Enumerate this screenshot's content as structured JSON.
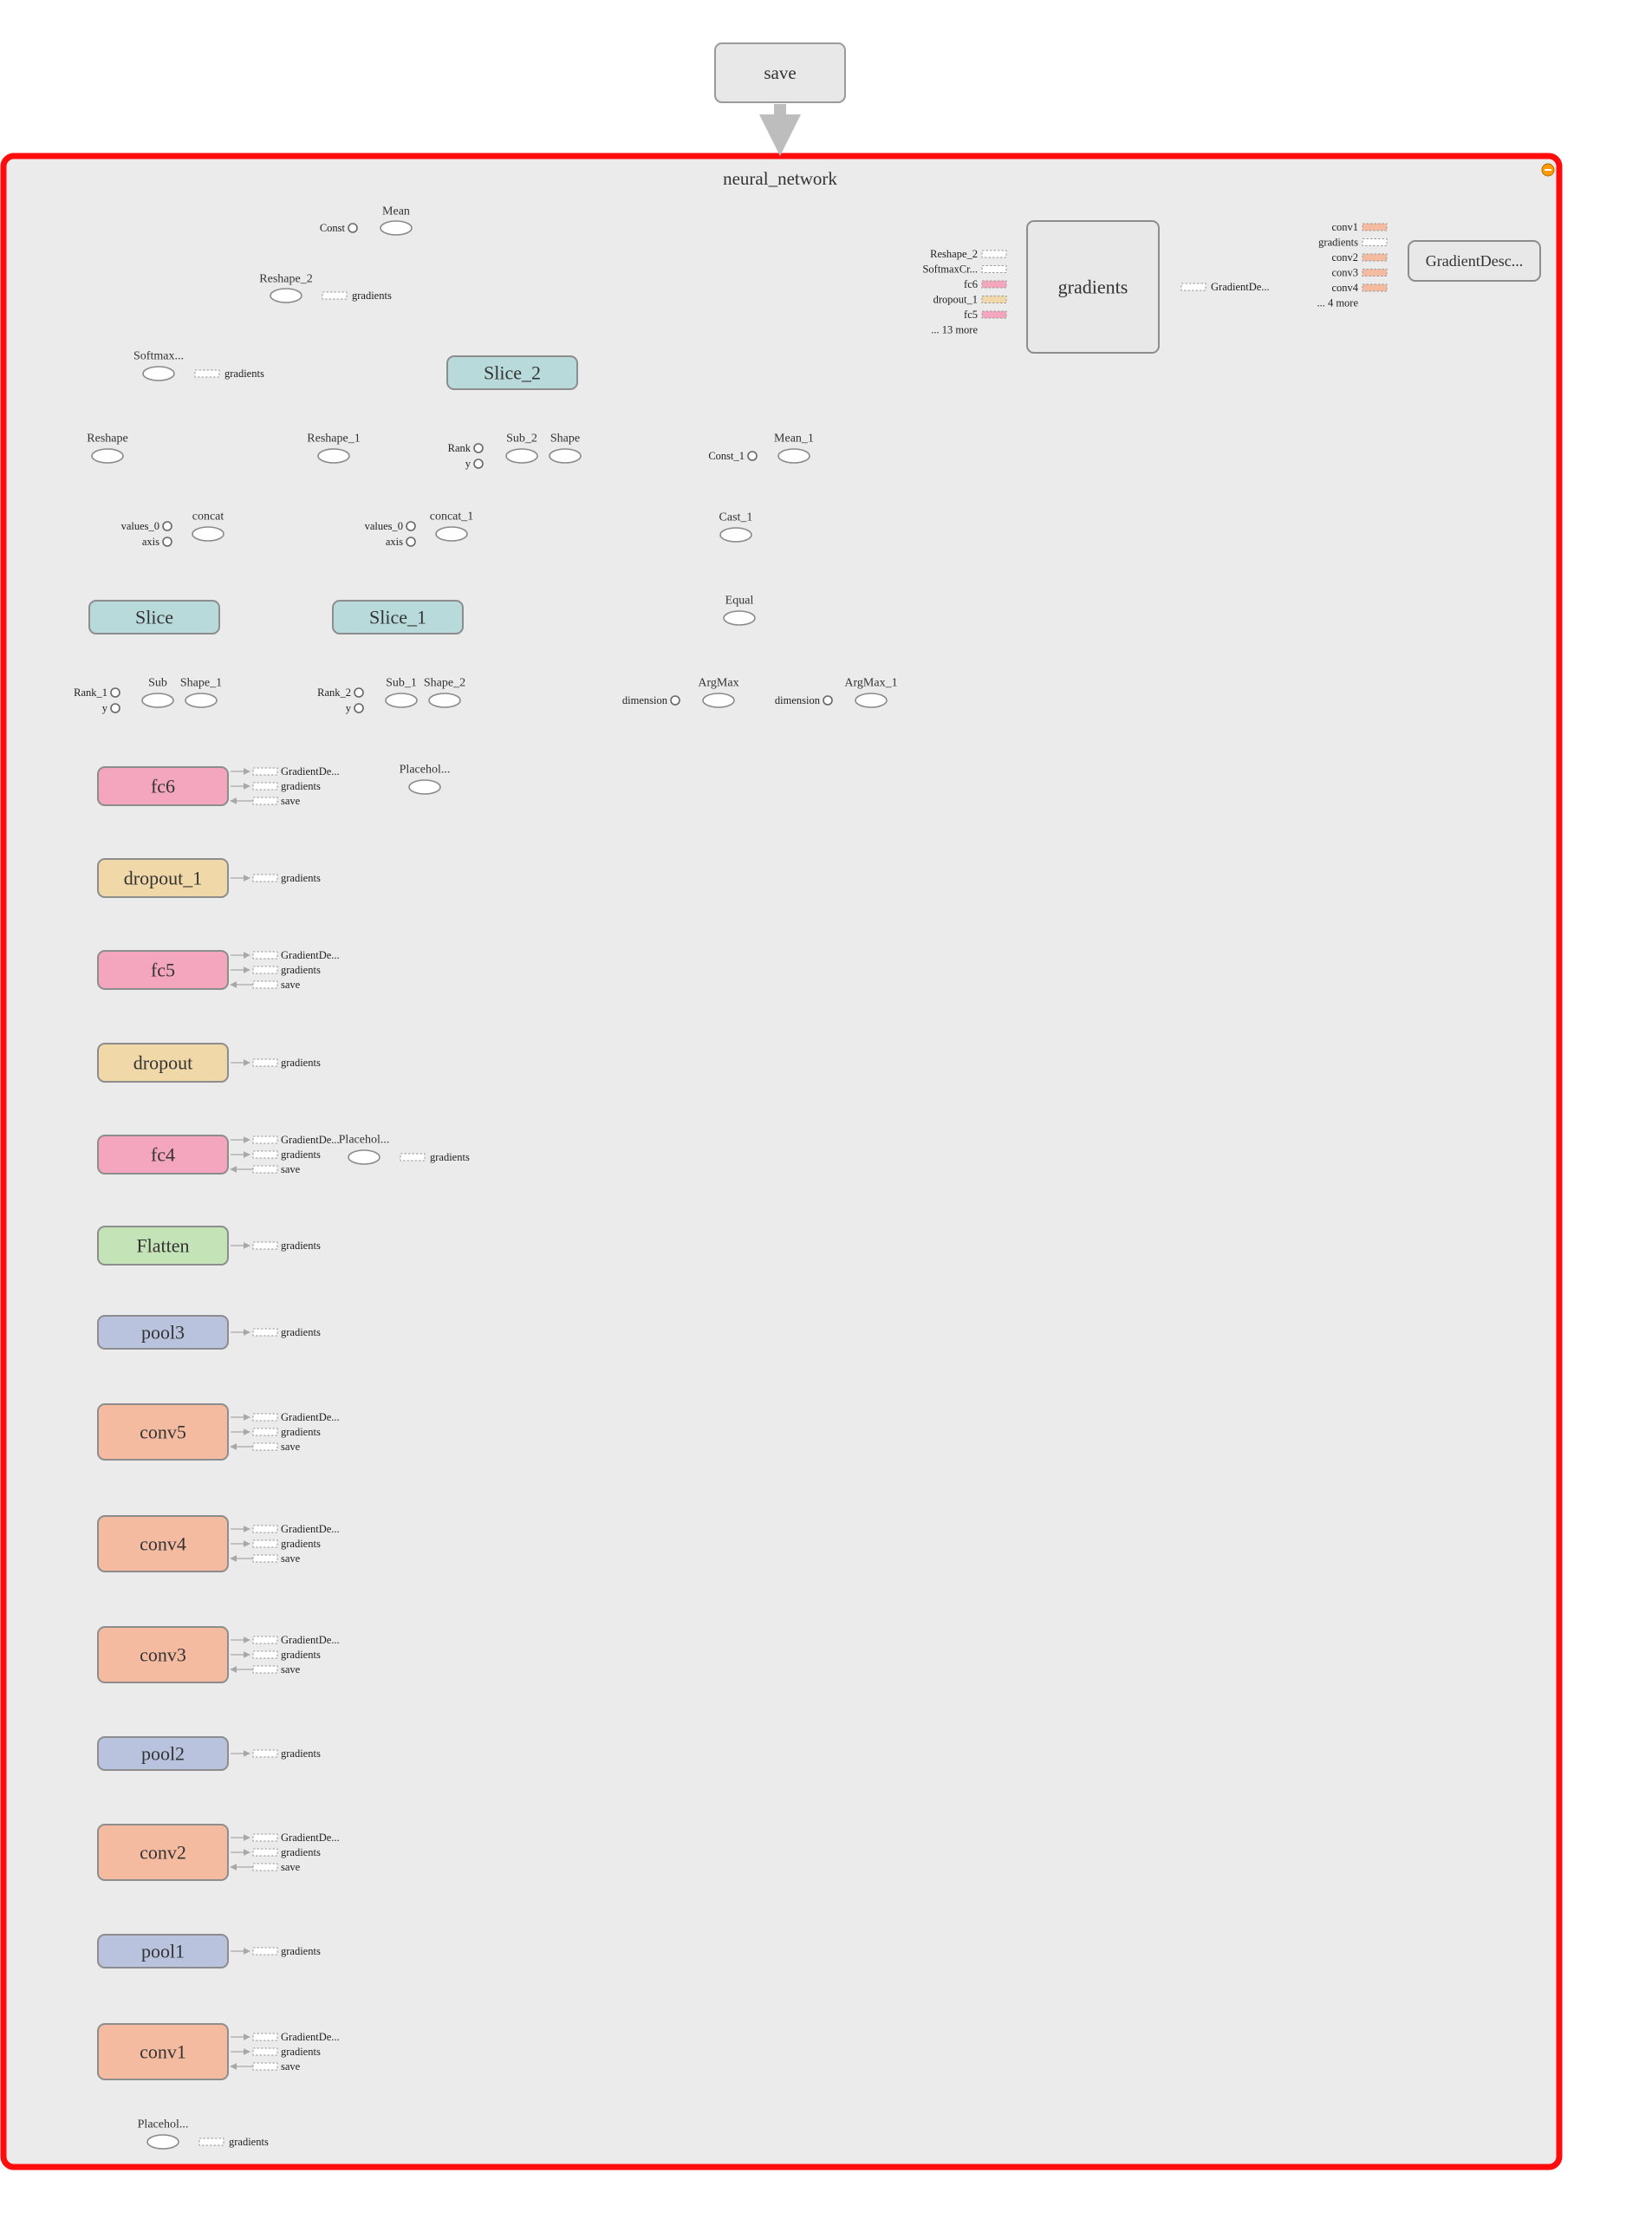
{
  "graph": {
    "top_node": "save",
    "container_title": "neural_network",
    "colors": {
      "border": "#ff0d0d",
      "background": "#ebebeb",
      "fc": "#f4a6be",
      "dropout": "#f0d8a8",
      "slice": "#b9dadb",
      "flatten": "#c4e3b6",
      "pool": "#b9c3dd",
      "conv": "#f4bba1",
      "neutral": "#e8e8e8"
    },
    "layers": [
      "fc6",
      "dropout_1",
      "fc5",
      "dropout",
      "fc4",
      "Flatten",
      "pool3",
      "conv5",
      "conv4",
      "conv3",
      "pool2",
      "conv2",
      "pool1",
      "conv1"
    ],
    "slices": [
      "Slice",
      "Slice_1",
      "Slice_2"
    ],
    "ops": [
      "Mean",
      "Reshape_2",
      "Softmax...",
      "Reshape",
      "Reshape_1",
      "concat",
      "concat_1",
      "Sub",
      "Shape_1",
      "Sub_1",
      "Shape_2",
      "Sub_2",
      "Shape",
      "Mean_1",
      "Cast_1",
      "Equal",
      "ArgMax",
      "ArgMax_1",
      "Placehol...",
      "Placehol...",
      "Placehol..."
    ],
    "consts": [
      "Const",
      "values_0",
      "axis",
      "Rank_1",
      "y",
      "Rank_2",
      "y",
      "Rank",
      "y",
      "Const_1",
      "dimension",
      "dimension"
    ],
    "aux_gradients_inputs": [
      "Reshape_2",
      "SoftmaxCr...",
      "fc6",
      "dropout_1",
      "fc5",
      "... 13 more"
    ],
    "aux_gradients_title": "gradients",
    "aux_gradients_output": "GradientDe...",
    "aux_gd_inputs": [
      "conv1",
      "gradients",
      "conv2",
      "conv3",
      "conv4",
      "... 4 more"
    ],
    "aux_gd_title": "GradientDesc...",
    "stub_labels": [
      "GradientDe...",
      "gradients",
      "save"
    ]
  }
}
